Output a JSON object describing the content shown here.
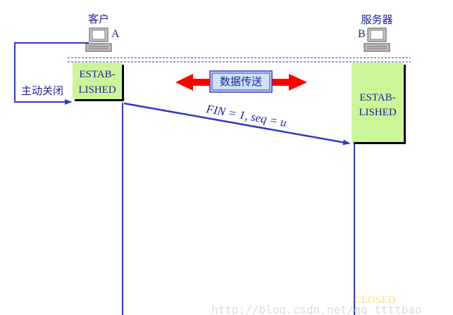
{
  "client": {
    "title": "客户",
    "letter": "A",
    "state_line1": "ESTAB-",
    "state_line2": "LISHED"
  },
  "server": {
    "title": "服务器",
    "letter": "B",
    "state_line1": "ESTAB-",
    "state_line2": "LISHED",
    "closed_label": "CLOSED"
  },
  "active_close_label": "主动关闭",
  "data_transfer_label": "数据传送",
  "segment_label": "FIN = 1, seq = u",
  "watermark": "http://blog.csdn.net/qq_ttttbao",
  "colors": {
    "state_box": "#ccf59a",
    "line": "#3535c8",
    "arrow_red": "#ff0000",
    "transfer_box": "#cde3f6",
    "text": "#1f1f9a"
  }
}
